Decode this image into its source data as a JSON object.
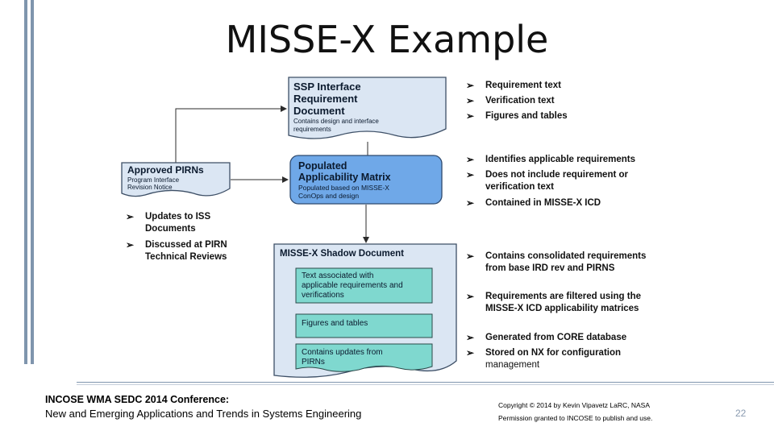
{
  "slide": {
    "title": "MISSE-X Example",
    "page_number": "22"
  },
  "boxes": {
    "ssp": {
      "title_lines": [
        "SSP Interface",
        "Requirement",
        "Document"
      ],
      "subtitle_lines": [
        "Contains design and interface",
        "requirements"
      ]
    },
    "pirn": {
      "title": "Approved PIRNs",
      "subtitle_lines": [
        "Program Interface",
        "Revision Notice"
      ]
    },
    "matrix": {
      "title_lines": [
        "Populated",
        "Applicability Matrix"
      ],
      "subtitle_lines": [
        "Populated based on MISSE-X",
        "ConOps and design"
      ]
    },
    "shadow": {
      "title": "MISSE-X Shadow Document",
      "sub1_lines": [
        "Text associated with",
        "applicable requirements and",
        "verifications"
      ],
      "sub2": "Figures and tables",
      "sub3_lines": [
        "Contains updates from",
        "PIRNs"
      ]
    }
  },
  "bullets": {
    "ssp": [
      "Requirement text",
      "Verification text",
      "Figures and tables"
    ],
    "matrix": [
      "Identifies applicable requirements",
      "Does not include requirement or verification text",
      "Contained in MISSE-X ICD"
    ],
    "pirn": [
      "Updates to ISS Documents",
      "Discussed at PIRN Technical Reviews"
    ],
    "shadow": [
      "Contains consolidated requirements from base IRD rev and PIRNS",
      "Requirements are filtered using the MISSE-X ICD applicability matrices",
      "Generated from CORE database",
      "Stored on NX for configuration"
    ],
    "shadow_tail": "management"
  },
  "footer": {
    "conference": "INCOSE WMA SEDC 2014 Conference:",
    "subtitle": "New and Emerging Applications and Trends in Systems Engineering",
    "copyright1": "Copyright  © 2014 by  Kevin Vipavetz  LaRC, NASA",
    "copyright2": "Permission granted to INCOSE to publish and use."
  },
  "colors": {
    "doc_fill": "#dbe6f3",
    "matrix_fill": "#6fa8e8",
    "teal_fill": "#7fd8cf",
    "border": "#3d4f66",
    "accent_bar": "#7f95ad"
  }
}
